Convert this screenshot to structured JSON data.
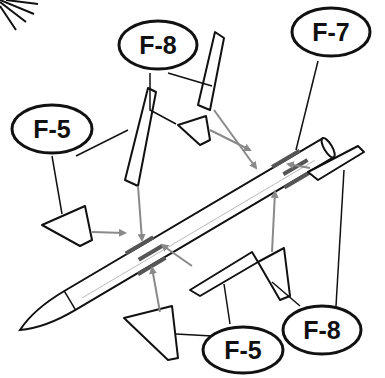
{
  "diagram": {
    "nodes": [
      {
        "text": [
          "F-8"
        ]
      },
      {
        "text": [
          "F-7"
        ]
      },
      {
        "text": [
          "F-5"
        ]
      },
      {
        "text": [
          "F-8"
        ]
      },
      {
        "text": [
          "F-5"
        ]
      }
    ]
  }
}
